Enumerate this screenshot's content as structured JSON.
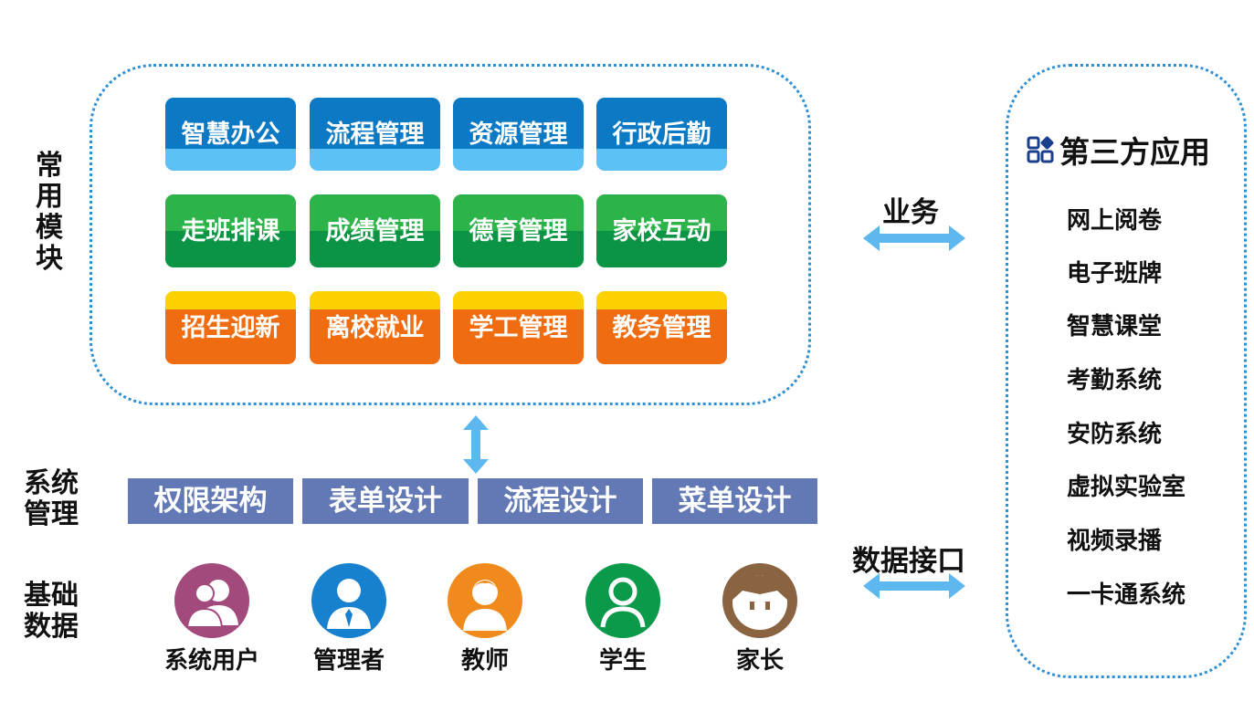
{
  "labels": {
    "common_modules": [
      "常",
      "用",
      "模",
      "块"
    ],
    "system_mgmt": [
      "系统",
      "管理"
    ],
    "base_data": [
      "基础",
      "数据"
    ]
  },
  "modules": [
    [
      "智慧办公",
      "流程管理",
      "资源管理",
      "行政后勤"
    ],
    [
      "走班排课",
      "成绩管理",
      "德育管理",
      "家校互动"
    ],
    [
      "招生迎新",
      "离校就业",
      "学工管理",
      "教务管理"
    ]
  ],
  "system": [
    "权限架构",
    "表单设计",
    "流程设计",
    "菜单设计"
  ],
  "users": [
    {
      "label": "系统用户",
      "icon": "users-icon",
      "color": "#a24a7c"
    },
    {
      "label": "管理者",
      "icon": "manager-icon",
      "color": "#1780cf"
    },
    {
      "label": "教师",
      "icon": "teacher-icon",
      "color": "#f08a1c"
    },
    {
      "label": "学生",
      "icon": "student-icon",
      "color": "#0a9a4a"
    },
    {
      "label": "家长",
      "icon": "parent-icon",
      "color": "#8a6340"
    }
  ],
  "arrows": {
    "business": "业务",
    "data_interface": "数据接口"
  },
  "third_party": {
    "title": "第三方应用",
    "items": [
      "网上阅卷",
      "电子班牌",
      "智慧课堂",
      "考勤系统",
      "安防系统",
      "虚拟实验室",
      "视频录播",
      "一卡通系统"
    ]
  },
  "colors": {
    "dotted_border": "#2f8fd3",
    "arrow": "#5cb8ee",
    "system_button": "#6279b6"
  }
}
